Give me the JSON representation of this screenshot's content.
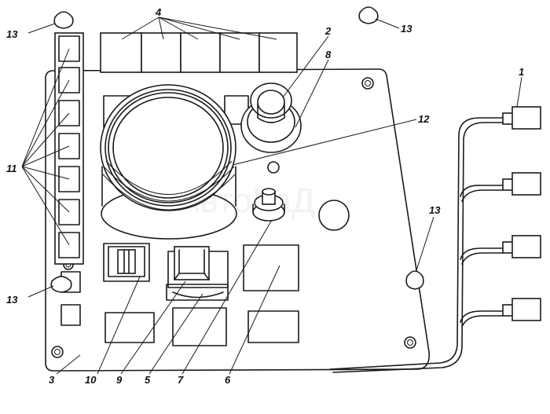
{
  "callouts": [
    {
      "id": "1",
      "text": "1"
    },
    {
      "id": "2",
      "text": "2"
    },
    {
      "id": "3",
      "text": "3"
    },
    {
      "id": "4",
      "text": "4"
    },
    {
      "id": "5",
      "text": "5"
    },
    {
      "id": "6",
      "text": "6"
    },
    {
      "id": "7",
      "text": "7"
    },
    {
      "id": "8",
      "text": "8"
    },
    {
      "id": "9",
      "text": "9"
    },
    {
      "id": "10",
      "text": "10"
    },
    {
      "id": "11",
      "text": "11"
    },
    {
      "id": "12",
      "text": "12"
    },
    {
      "id": "13a",
      "text": "13"
    },
    {
      "id": "13b",
      "text": "13"
    },
    {
      "id": "13c",
      "text": "13"
    },
    {
      "id": "13d",
      "text": "13"
    }
  ],
  "watermark": "АвтоКаД",
  "colors": {
    "ink": "#1a1a1a",
    "paper": "#ffffff"
  }
}
